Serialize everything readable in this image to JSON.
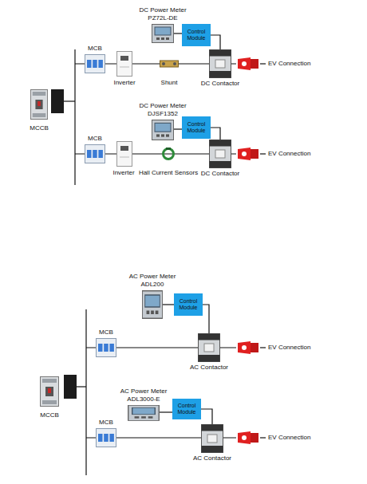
{
  "diagram": {
    "nodes": [
      {
        "text": [
          "DC Power Meter PZ72L-DE"
        ]
      },
      {
        "text": [
          "Control Module"
        ]
      },
      {
        "text": [
          "DC Contactor"
        ]
      },
      {
        "text": [
          "DC Power Meter DJSF1352"
        ]
      },
      {
        "text": [
          "Control Module"
        ]
      },
      {
        "text": [
          "DC Contactor"
        ]
      },
      {
        "text": [
          "AC Power Meter ADL200"
        ]
      },
      {
        "text": [
          "Control Module"
        ]
      },
      {
        "text": [
          "AC Contactor"
        ]
      },
      {
        "text": [
          "AC Power Meter ADL3000-E"
        ]
      },
      {
        "text": [
          "Control Module"
        ]
      },
      {
        "text": [
          "AC Contactor"
        ]
      }
    ],
    "edges": [
      {
        "from": 0,
        "to": 1,
        "arrow": "none"
      },
      {
        "from": 1,
        "to": 2,
        "arrow": "none"
      },
      {
        "from": 3,
        "to": 4,
        "arrow": "none"
      },
      {
        "from": 4,
        "to": 5,
        "arrow": "none"
      },
      {
        "from": 6,
        "to": 7,
        "arrow": "none"
      },
      {
        "from": 7,
        "to": 8,
        "arrow": "none"
      },
      {
        "from": 9,
        "to": 10,
        "arrow": "none"
      },
      {
        "from": 10,
        "to": 11,
        "arrow": "none"
      }
    ],
    "labels": [
      "MCB",
      "Inverter",
      "Shunt",
      "EV Connection",
      "MCB",
      "Inverter",
      "Hall Current Sensors",
      "EV Connection",
      "MCCB",
      "MCB",
      "EV Connection",
      "MCB",
      "EV Connection",
      "MCCB"
    ]
  }
}
